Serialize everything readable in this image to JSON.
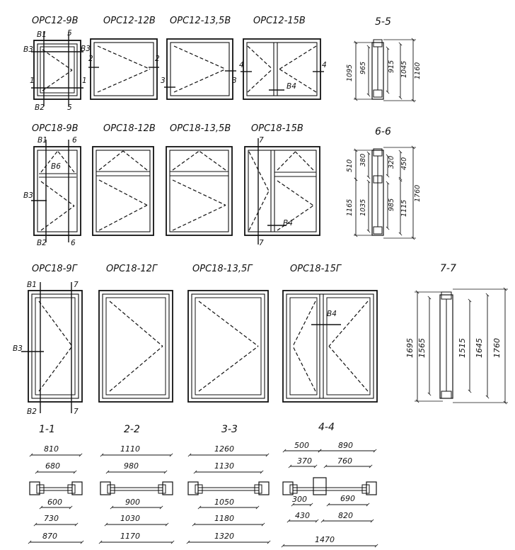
{
  "drawing": {
    "rows": [
      {
        "labels": [
          "ОРС12-9В",
          "ОРС12-12В",
          "ОРС12-13,5В",
          "ОРС12-15В"
        ]
      },
      {
        "labels": [
          "ОРС18-9В",
          "ОРС18-12В",
          "ОРС18-13,5В",
          "ОРС18-15В"
        ]
      },
      {
        "labels": [
          "ОРС18-9Г",
          "ОРС18-12Г",
          "ОРС18-13,5Г",
          "ОРС18-15Г"
        ]
      }
    ],
    "markers": {
      "B1": "В1",
      "B2": "В2",
      "B3": "В3",
      "B4": "В4",
      "B6": "В6",
      "n1": "1",
      "n2": "2",
      "n3": "3",
      "n4": "4",
      "n5": "5",
      "n6": "6",
      "n7": "7"
    },
    "vertical_sections": [
      {
        "title": "5-5",
        "dims": [
          "1095",
          "965",
          "915",
          "1045",
          "1160"
        ]
      },
      {
        "title": "6-6",
        "dims": [
          "510",
          "380",
          "320",
          "450",
          "1165",
          "1035",
          "985",
          "1115",
          "1760"
        ]
      },
      {
        "title": "7-7",
        "dims": [
          "1695",
          "1565",
          "1515",
          "1645",
          "1760"
        ]
      }
    ],
    "horizontal_sections": [
      {
        "title": "1-1",
        "dims": [
          "810",
          "680",
          "600",
          "730",
          "870"
        ]
      },
      {
        "title": "2-2",
        "dims": [
          "1110",
          "980",
          "900",
          "1030",
          "1170"
        ]
      },
      {
        "title": "3-3",
        "dims": [
          "1260",
          "1130",
          "1050",
          "1180",
          "1320"
        ]
      },
      {
        "title": "4-4",
        "dims": [
          "500",
          "890",
          "370",
          "760",
          "300",
          "690",
          "430",
          "820",
          "1470"
        ]
      }
    ]
  }
}
